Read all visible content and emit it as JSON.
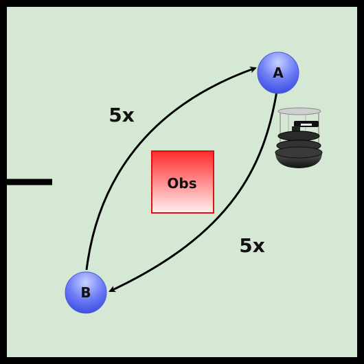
{
  "nodes": {
    "a": {
      "label": "A"
    },
    "b": {
      "label": "B"
    }
  },
  "obstacle": {
    "label": "Obs"
  },
  "paths": {
    "b_to_a": {
      "label": "5x"
    },
    "a_to_b": {
      "label": "5x"
    }
  },
  "robot": {
    "icon": "turtlebot-robot-icon"
  },
  "colors": {
    "floor": "#d5e8d4",
    "wall": "#000000",
    "node_fill": "#5b6cf0",
    "obstacle_fill": "#ff3333"
  }
}
